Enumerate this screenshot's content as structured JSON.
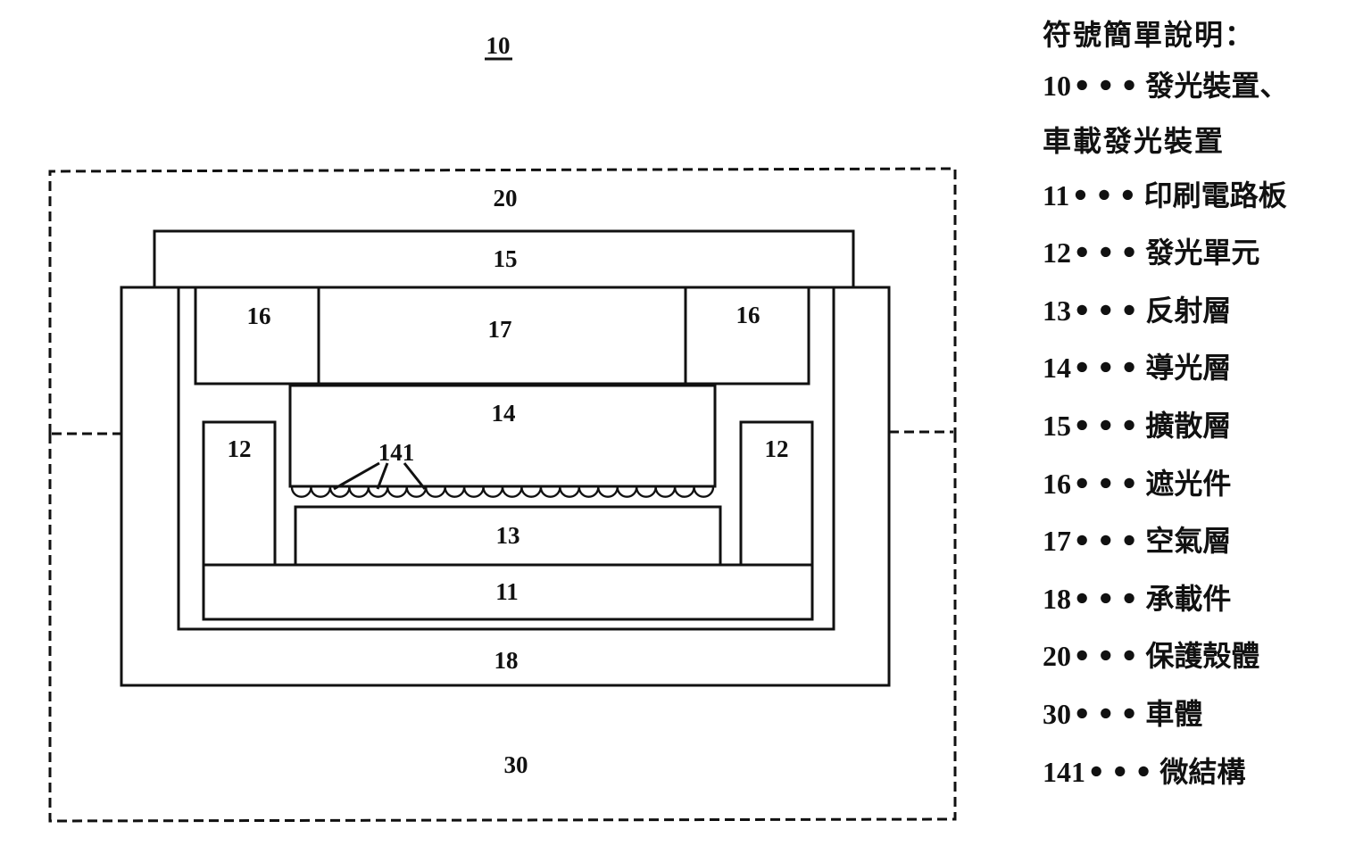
{
  "figure": {
    "figure_ref": "10",
    "parts": {
      "protective_shell": "20",
      "diffusion_layer": "15",
      "light_blocking_left": "16",
      "light_blocking_right": "16",
      "air_layer": "17",
      "light_guide_layer": "14",
      "micro_structure": "141",
      "light_emitting_left": "12",
      "light_emitting_right": "12",
      "reflective_layer": "13",
      "printed_circuit_board": "11",
      "carrier": "18",
      "vehicle_body": "30"
    },
    "micro_structure_count": 22
  },
  "legend": {
    "title": "符號簡單說明：",
    "dots": "•••",
    "items": [
      {
        "num": "10",
        "desc": "發光裝置、",
        "continuation": "車載發光裝置"
      },
      {
        "num": "11",
        "desc": "印刷電路板"
      },
      {
        "num": "12",
        "desc": "發光單元"
      },
      {
        "num": "13",
        "desc": "反射層"
      },
      {
        "num": "14",
        "desc": "導光層"
      },
      {
        "num": "15",
        "desc": "擴散層"
      },
      {
        "num": "16",
        "desc": "遮光件"
      },
      {
        "num": "17",
        "desc": "空氣層"
      },
      {
        "num": "18",
        "desc": "承載件"
      },
      {
        "num": "20",
        "desc": "保護殼體"
      },
      {
        "num": "30",
        "desc": "車體"
      },
      {
        "num": "141",
        "desc": "微結構"
      }
    ]
  }
}
